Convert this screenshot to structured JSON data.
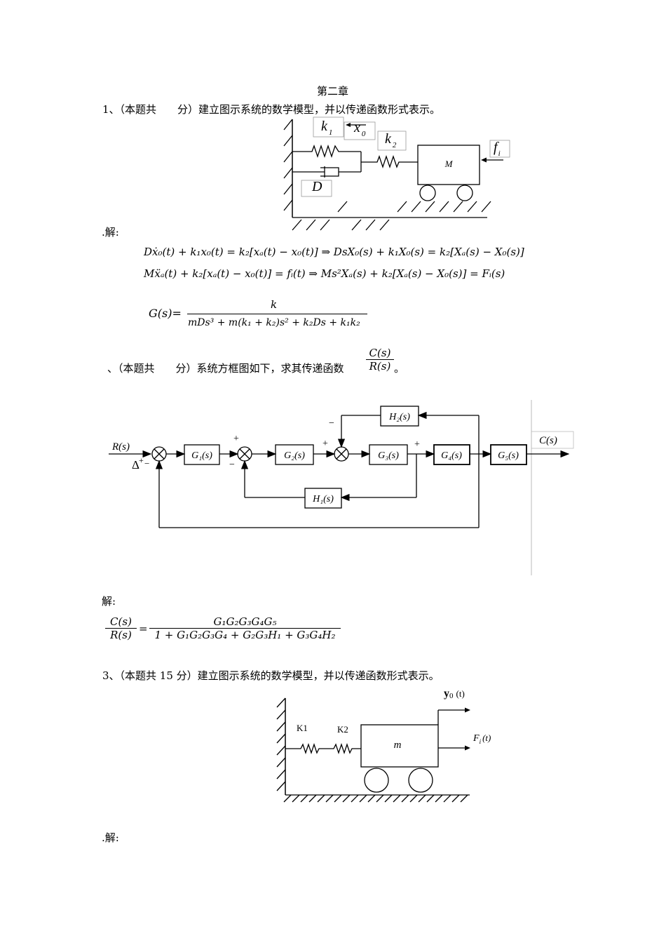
{
  "chapter_title": "第二章",
  "q1": {
    "number": "1、",
    "prompt": "（本题共　　分）建立图示系统的数学模型，并以传递函数形式表示。",
    "figure_labels": {
      "k1": "k",
      "k1_sub": "1",
      "x0": "x",
      "x0_sub": "0",
      "k2": "k",
      "k2_sub": "2",
      "fi": "f",
      "fi_sub": "i",
      "mass": "M",
      "damper": "D"
    },
    "solution_label": ".解:",
    "eq1": "Dẋ₀(t) + k₁x₀(t) = k₂[xₐ(t) − x₀(t)] ⇒ DsX₀(s) + k₁X₀(s) = k₂[Xₐ(s) − X₀(s)]",
    "eq2": "Mẍₐ(t) + k₂[xₐ(t) − x₀(t)] = fᵢ(t) ⇒ Ms²Xₐ(s) + k₂[Xₐ(s) − X₀(s)] = Fᵢ(s)",
    "tf_lhs": "G(s)=",
    "tf_num": "k",
    "tf_den": "mDs³ + m(k₁ + k₂)s² + k₂Ds + k₁k₂"
  },
  "q2": {
    "prompt_prefix": "、（本题共　　分）系统方框图如下，求其传递函数",
    "frac_num": "C(s)",
    "frac_den": "R(s)",
    "prompt_suffix": "。",
    "blocks": {
      "G1": "G₁(s)",
      "G2": "G₂(s)",
      "G3": "G₃(s)",
      "G4": "G₄(s)",
      "G5": "G₅(s)",
      "H1": "H₁(s)",
      "H2": "H₂(s)"
    },
    "input": "R(s)",
    "output": "C(s)",
    "signs": {
      "plus": "+",
      "minus": "−",
      "delta": "Δ"
    },
    "solution_label": "解:",
    "answer_num": "G₁G₂G₃G₄G₅",
    "answer_den": "1 + G₁G₂G₃G₄ + G₂G₃H₁ + G₃G₄H₂"
  },
  "q3": {
    "prompt": "3、（本题共 15 分）建立图示系统的数学模型，并以传递函数形式表示。",
    "labels": {
      "y0": "y",
      "y0_sub": "0",
      "y0_arg": "(t)",
      "fi": "F",
      "fi_sub": "i",
      "fi_arg": "(t)",
      "k1": "K1",
      "k2": "K2",
      "mass": "m"
    },
    "solution_label": ".解:"
  }
}
